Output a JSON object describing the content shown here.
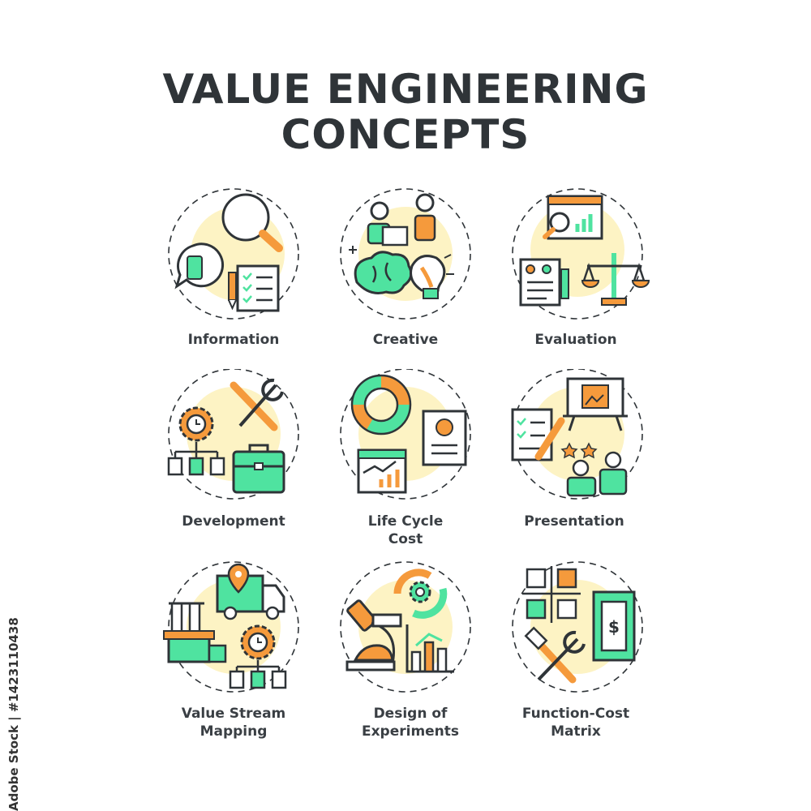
{
  "title_line1": "VALUE ENGINEERING",
  "title_line2": "CONCEPTS",
  "colors": {
    "green": "#4fe3a0",
    "orange": "#f59a3c",
    "yellow": "#fdf3c4",
    "stroke": "#2f3438"
  },
  "concepts": [
    {
      "line1": "Information",
      "line2": ""
    },
    {
      "line1": "Creative",
      "line2": ""
    },
    {
      "line1": "Evaluation",
      "line2": ""
    },
    {
      "line1": "Development",
      "line2": ""
    },
    {
      "line1": "Life Cycle",
      "line2": "Cost"
    },
    {
      "line1": "Presentation",
      "line2": ""
    },
    {
      "line1": "Value Stream",
      "line2": "Mapping"
    },
    {
      "line1": "Design of",
      "line2": "Experiments"
    },
    {
      "line1": "Function-Cost",
      "line2": "Matrix"
    }
  ],
  "stock_id": "Adobe Stock | #1423110438"
}
